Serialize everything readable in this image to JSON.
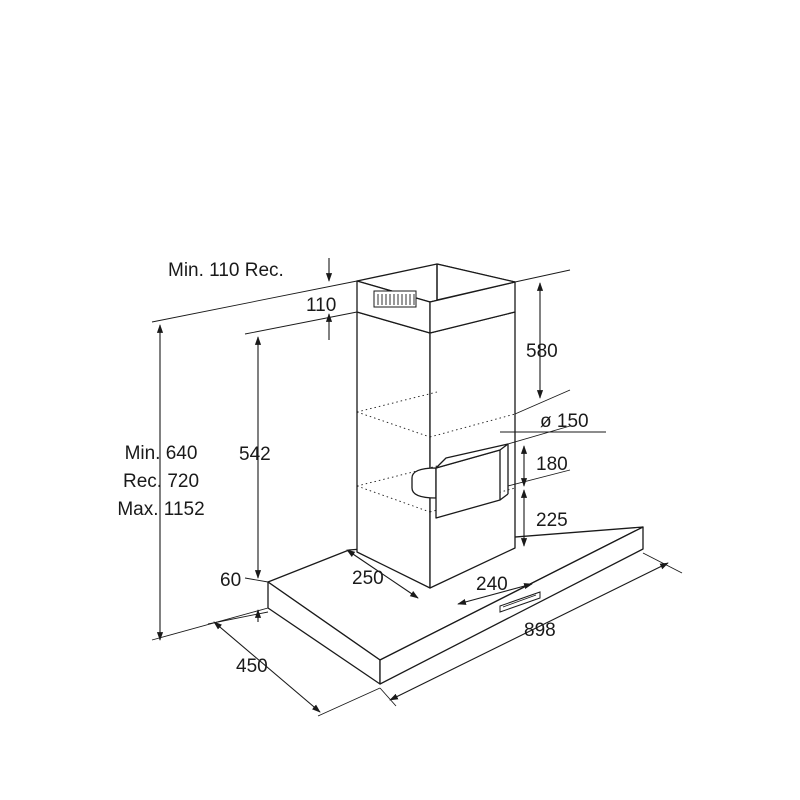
{
  "labels": {
    "chimney_clearance": "Min. 110 Rec.",
    "top_gap": "110",
    "upper_duct": "580",
    "total_min": "Min. 640",
    "total_rec": "Rec. 720",
    "total_max": "Max. 1152",
    "lower_duct": "542",
    "outlet_diameter": "ø 150",
    "outlet_height": "180",
    "outlet_offset": "225",
    "canopy_height": "60",
    "chimney_depth": "250",
    "chimney_width": "240",
    "hood_width": "898",
    "hood_depth": "450"
  },
  "colors": {
    "line": "#1a1a1a",
    "background": "#ffffff"
  }
}
